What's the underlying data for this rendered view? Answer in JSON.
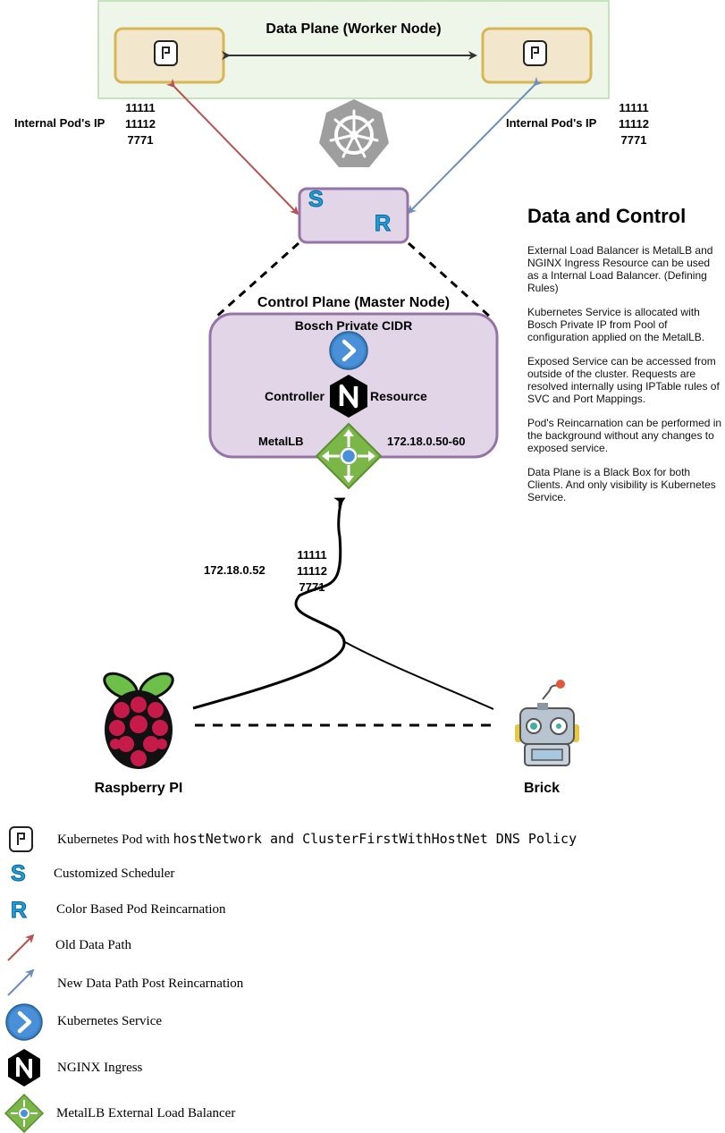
{
  "data_plane": {
    "title": "Data Plane (Worker Node)"
  },
  "pod_ip": {
    "left": {
      "label": "Internal Pod's IP",
      "ports": [
        "11111",
        "11112",
        "7771"
      ]
    },
    "right": {
      "label": "Internal Pod's IP",
      "ports": [
        "11111",
        "11112",
        "7771"
      ]
    }
  },
  "scheduler_box": {
    "s_letter": "S",
    "r_letter": "R"
  },
  "control_plane": {
    "title": "Control Plane (Master Node)",
    "cidr_label": "Bosch Private CIDR",
    "controller_label": "Controller",
    "resource_label": "Resource",
    "metallb_label": "MetalLB",
    "ip_range": "172.18.0.50-60"
  },
  "client_link": {
    "ip": "172.18.0.52",
    "ports": [
      "11111",
      "11112",
      "7771"
    ]
  },
  "devices": {
    "left": "Raspberry PI",
    "right": "Brick"
  },
  "side_panel": {
    "title": "Data and Control",
    "paragraphs": [
      "External Load Balancer is MetalLB and NGINX Ingress Resource can be used as a Internal Load Balancer. (Defining Rules)",
      "Kubernetes Service is allocated with Bosch Private IP from Pool of configuration applied on the MetalLB.",
      "Exposed Service can be accessed from outside of the cluster. Requests are resolved internally using IPTable rules of SVC and Port Mappings.",
      "Pod's Reincarnation can be performed in the background without any changes to exposed service.",
      "Data Plane is a Black Box for both Clients. And only visibility is Kubernetes Service."
    ]
  },
  "legend": {
    "pod_prefix": "Kubernetes Pod with ",
    "pod_mono": "hostNetwork and ClusterFirstWithHostNet DNS Policy",
    "scheduler": "Customized Scheduler",
    "reincarnation": "Color Based Pod Reincarnation",
    "old_path": "Old Data Path",
    "new_path": "New Data Path Post Reincarnation",
    "service": "Kubernetes Service",
    "ingress": "NGINX Ingress",
    "metallb": "MetalLB External Load Balancer"
  },
  "colors": {
    "data_plane_fill": "#eef6ea",
    "data_plane_border": "#b9dcad",
    "pod_fill": "#f2e6cc",
    "pod_border": "#d6b656",
    "purple_fill": "#e1d5e7",
    "purple_border": "#9673a6",
    "old_path": "#b85450",
    "new_path": "#6c8ebf",
    "service_blue": "#3b82c4",
    "metallb_green": "#7ab648",
    "s_r_blue": "#1ba1e2"
  },
  "icons": [
    "pod-icon",
    "kubernetes-icon",
    "service-icon",
    "nginx-icon",
    "metallb-icon",
    "raspberry-pi-icon",
    "robot-icon"
  ]
}
